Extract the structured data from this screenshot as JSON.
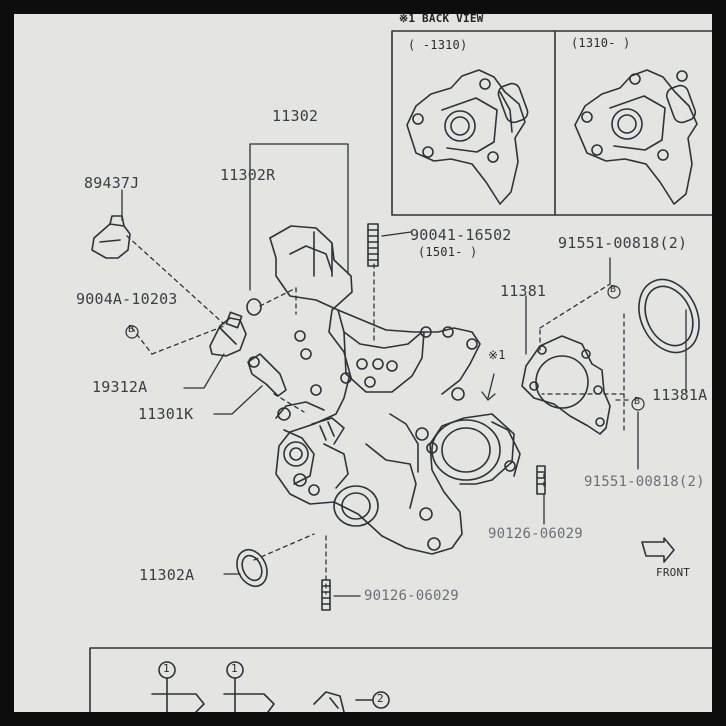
{
  "back_view": {
    "title": "※1 BACK VIEW",
    "left_range": "(    -1310)",
    "right_range": "(1310-     )"
  },
  "parts": {
    "p11302": "11302",
    "p11302R": "11302R",
    "p89437J": "89437J",
    "p9004A": "9004A-10203",
    "p90041": "90041-16502",
    "p90041_range": "(1501-     )",
    "p91551_top": "91551-00818(2)",
    "p11381": "11381",
    "p11381A": "11381A",
    "p19312A": "19312A",
    "p11301K": "11301K",
    "p91551_bottom": "91551-00818(2)",
    "p90126_right": "90126-06029",
    "p11302A": "11302A",
    "p90126_bottom": "90126-06029"
  },
  "markers": {
    "b_left": "B",
    "b_top": "B",
    "b_bottom": "B",
    "note_ref": "※1",
    "front": "FRONT"
  },
  "sub_panel": {
    "callout_1a": "1",
    "callout_1b": "1",
    "callout_2": "2"
  }
}
